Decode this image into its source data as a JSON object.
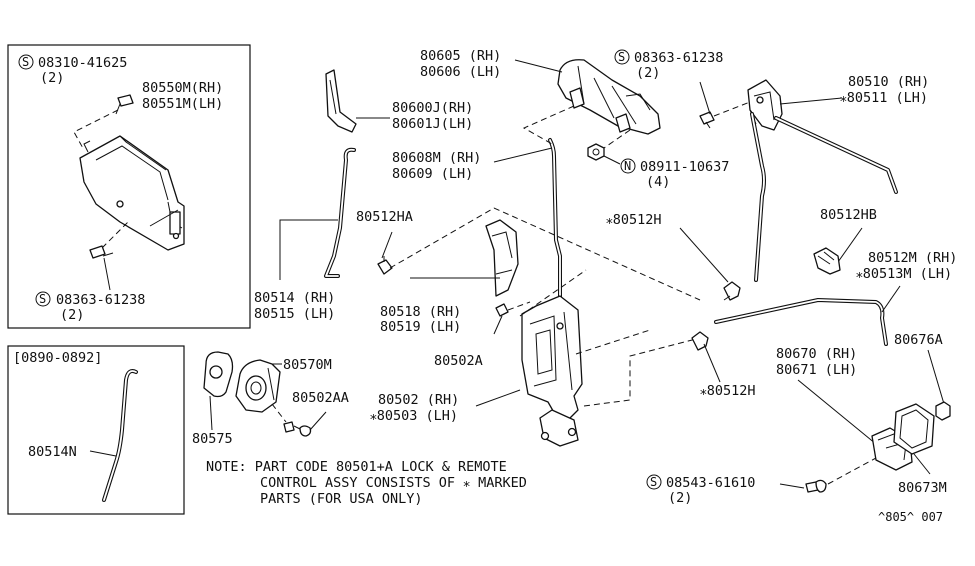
{
  "frame_a": {
    "bolt_top": {
      "symbol": "S",
      "code": "08310-41625",
      "qty": "(2)"
    },
    "bracket": {
      "rh": "80550M(RH)",
      "lh": "80551M(LH)"
    },
    "bolt_bottom": {
      "symbol": "S",
      "code": "08363-61238",
      "qty": "(2)"
    }
  },
  "frame_b": {
    "date_range": "[0890-0892]",
    "rod": "80514N"
  },
  "labels": {
    "handle_rh": "80605 (RH)",
    "handle_lh": "80606 (LH)",
    "handle_screw_symbol": "S",
    "handle_screw_code": "08363-61238",
    "handle_screw_qty": "(2)",
    "cover_rh": "80600J(RH)",
    "cover_lh": "80601J(LH)",
    "rod_608": "80608M (RH)",
    "rod_609": "80609  (LH)",
    "nut_symbol": "N",
    "nut_code": "08911-10637",
    "nut_qty": "(4)",
    "ha": "80512HA",
    "rod_514": "80514 (RH)",
    "rod_515": "80515 (LH)",
    "h_top": "⁎80512H",
    "guard_rh": "80518 (RH)",
    "guard_lh": "80519 (LH)",
    "screw_502a": "80502A",
    "lock_rh": "80502 (RH)",
    "lock_lh": "⁎80503 (LH)",
    "plate": "80575",
    "cylinder": "80570M",
    "screw_aa": "80502AA",
    "inner_rh": "80510 (RH)",
    "inner_lh": "⁎80511 (LH)",
    "hb": "80512HB",
    "rod_512m": "80512M (RH)",
    "rod_513m": "⁎80513M (LH)",
    "clip_676": "80676A",
    "remote_rh": "80670 (RH)",
    "remote_lh": "80671 (LH)",
    "h_bottom": "⁎80512H",
    "screw_543_symbol": "S",
    "screw_543_code": "08543-61610",
    "screw_543_qty": "(2)",
    "escutcheon": "80673M"
  },
  "note": {
    "line1": "NOTE: PART CODE 80501+A LOCK & REMOTE",
    "line2": "CONTROL ASSY CONSISTS OF ⁎ MARKED",
    "line3": "PARTS (FOR USA ONLY)"
  },
  "figure_code": "^805^ 007"
}
